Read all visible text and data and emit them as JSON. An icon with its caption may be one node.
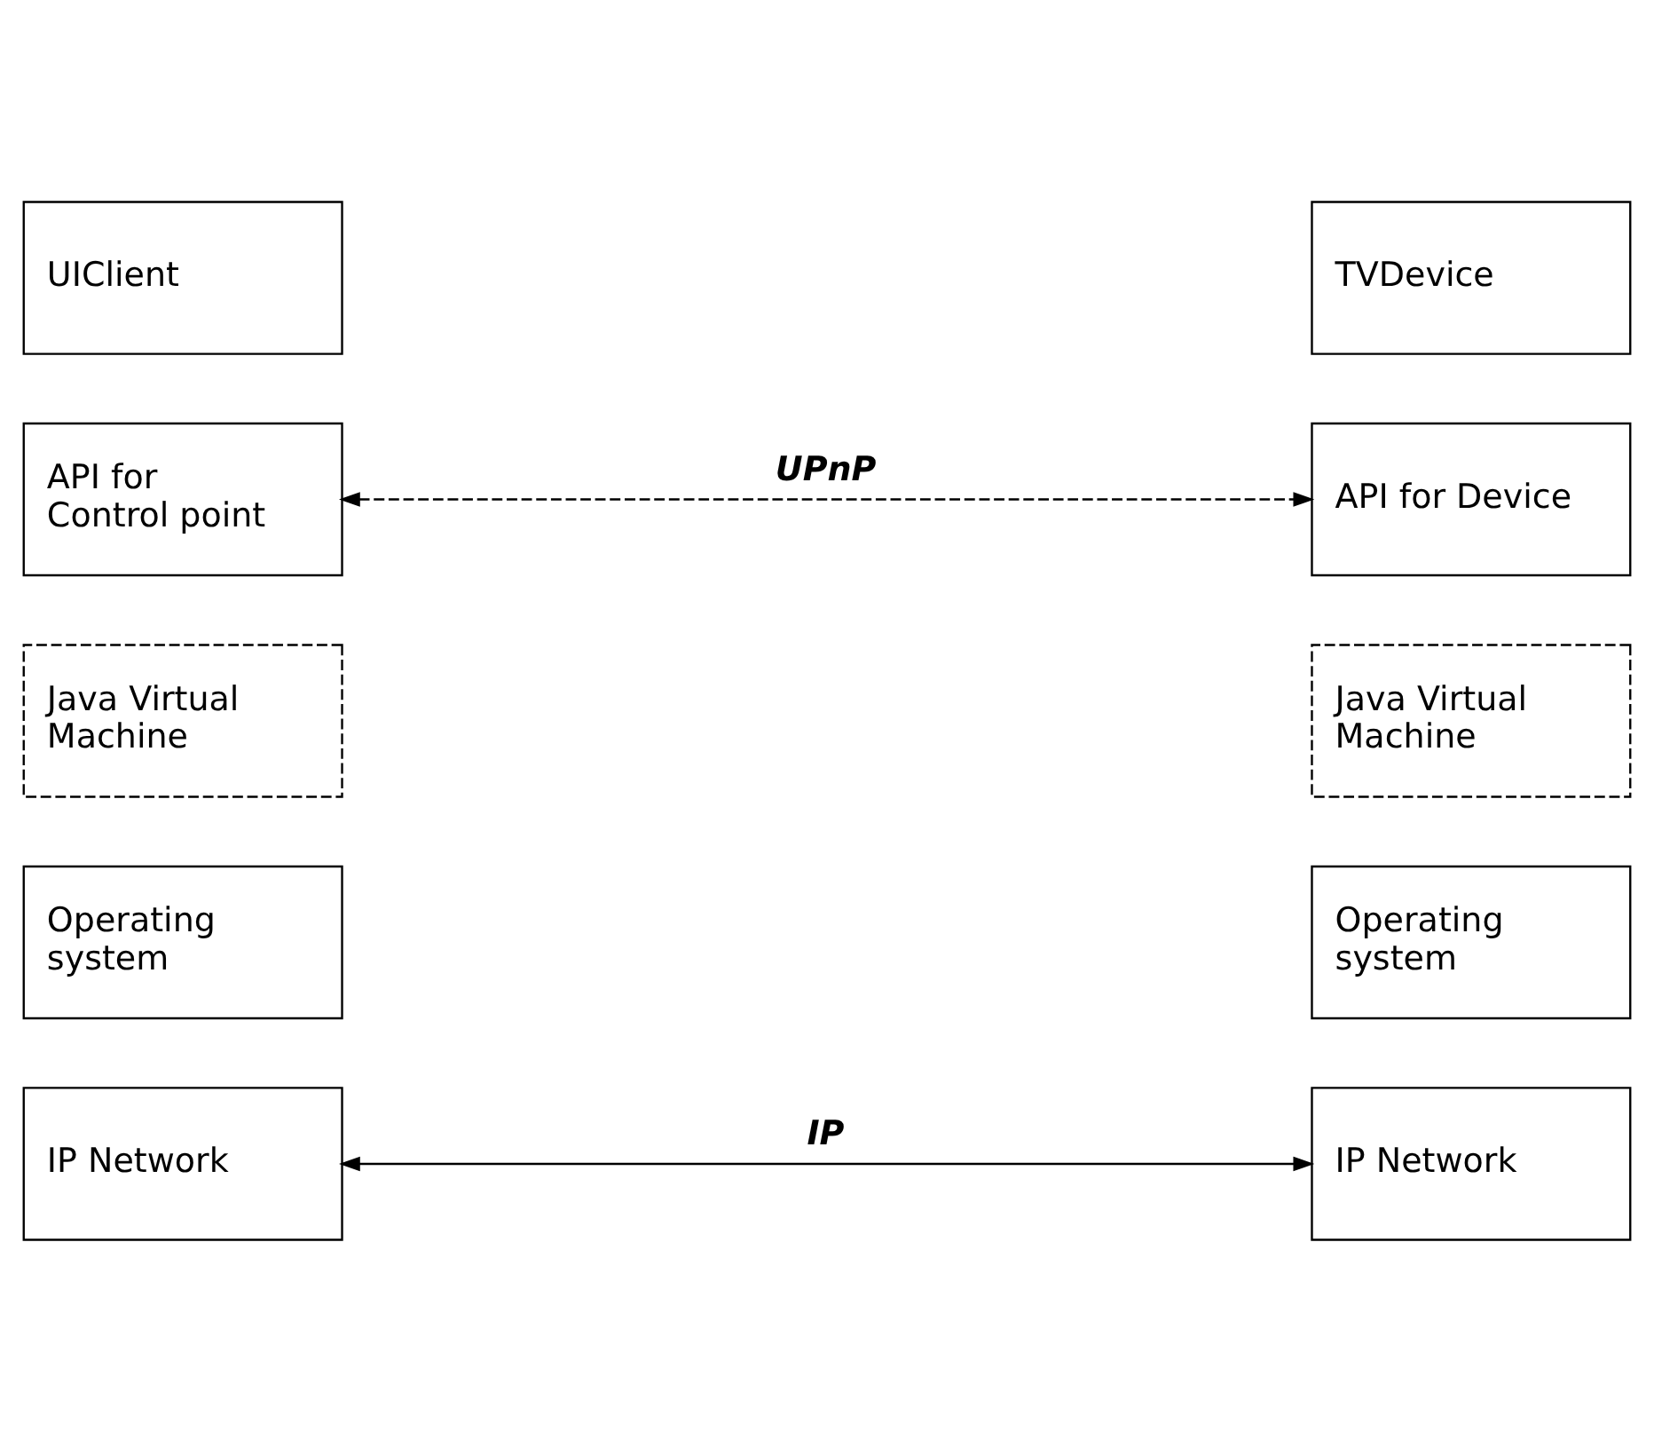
{
  "diagram": {
    "nodes": [
      {
        "text": [
          "UIClient"
        ]
      },
      {
        "text": [
          "TVDevice"
        ]
      },
      {
        "text": [
          "API for Control point"
        ]
      },
      {
        "text": [
          "API for Device"
        ]
      },
      {
        "text": [
          "Java Virtual Machine"
        ]
      },
      {
        "text": [
          "Java Virtual Machine"
        ]
      },
      {
        "text": [
          "Operating system"
        ]
      },
      {
        "text": [
          "Operating system"
        ]
      },
      {
        "text": [
          "IP Network"
        ]
      },
      {
        "text": [
          "IP Network"
        ]
      }
    ],
    "edges": [
      {
        "from": 2,
        "to": 3,
        "arrow": "both",
        "label": "UPnP",
        "style": "dashed"
      },
      {
        "from": 8,
        "to": 9,
        "arrow": "both",
        "label": "IP"
      }
    ]
  }
}
